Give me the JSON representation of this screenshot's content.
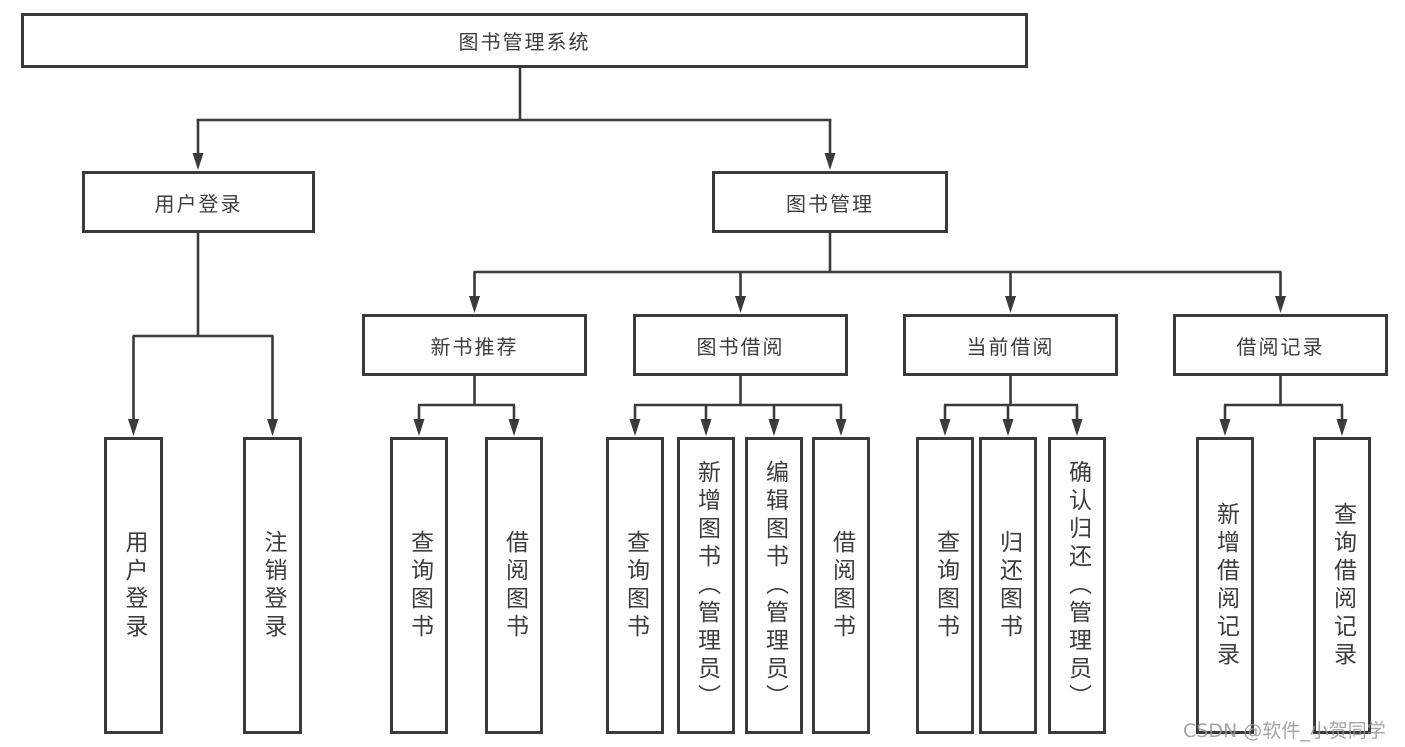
{
  "tree": {
    "root": {
      "label": "图书管理系统",
      "children": [
        {
          "label": "用户登录",
          "children": [
            {
              "label": "用户登录"
            },
            {
              "label": "注销登录"
            }
          ]
        },
        {
          "label": "图书管理",
          "children": [
            {
              "label": "新书推荐",
              "children": [
                {
                  "label": "查询图书"
                },
                {
                  "label": "借阅图书"
                }
              ]
            },
            {
              "label": "图书借阅",
              "children": [
                {
                  "label": "查询图书"
                },
                {
                  "label": "新增图书（管理员）"
                },
                {
                  "label": "编辑图书（管理员）"
                },
                {
                  "label": "借阅图书"
                }
              ]
            },
            {
              "label": "当前借阅",
              "children": [
                {
                  "label": "查询图书"
                },
                {
                  "label": "归还图书"
                },
                {
                  "label": "确认归还（管理员）"
                }
              ]
            },
            {
              "label": "借阅记录",
              "children": [
                {
                  "label": "新增借阅记录"
                },
                {
                  "label": "查询借阅记录"
                }
              ]
            }
          ]
        }
      ]
    }
  },
  "watermark": {
    "text": "CSDN @软件_小贺同学"
  },
  "colors": {
    "line": "#3a3a3a",
    "node_border": "#3a3a3a",
    "node_text": "#3d3d3d",
    "background": "#ffffff",
    "watermark": "#949494"
  }
}
